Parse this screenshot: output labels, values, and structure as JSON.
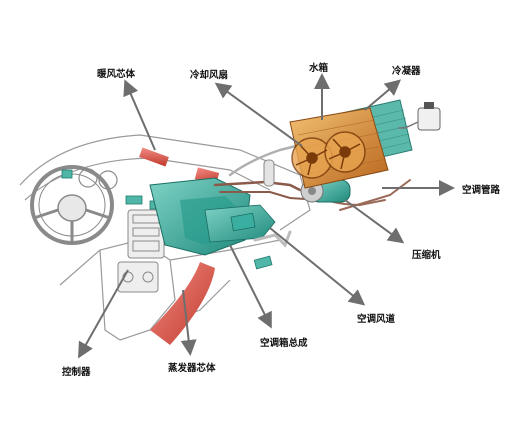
{
  "labels": {
    "heater_core": "暖风芯体",
    "cooling_fan": "冷却风扇",
    "radiator": "水箱",
    "condenser": "冷凝器",
    "ac_pipe": "空调管路",
    "compressor": "压缩机",
    "ac_duct": "空调风道",
    "hvac_assembly": "空调箱总成",
    "evaporator_core": "蒸发器芯体",
    "controller": "控制器"
  },
  "colors": {
    "hvac_teal": "#3aaea0",
    "radiator_orange": "#d8902e",
    "condenser_teal": "#5bb9ac",
    "duct_red": "#d9534f",
    "dash_outline": "#9a9a9a",
    "arrow": "#6e6e6e"
  }
}
